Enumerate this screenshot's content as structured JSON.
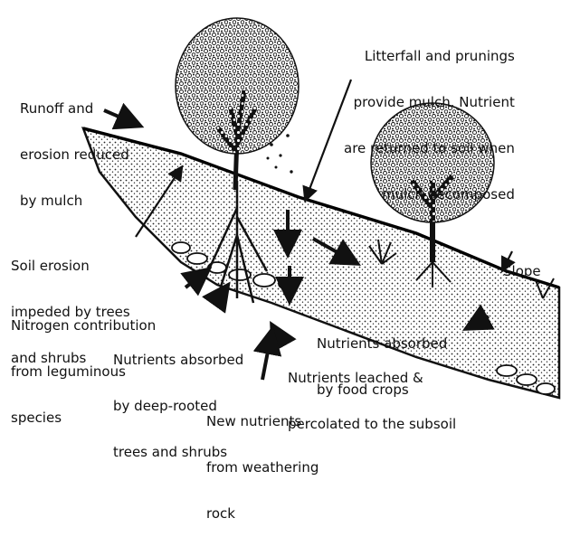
{
  "colors": {
    "ink": "#111111",
    "background": "#ffffff"
  },
  "labels": {
    "runoff": [
      "Runoff and",
      "erosion reduced",
      "by mulch"
    ],
    "litterfall": [
      "Litterfall and prunings",
      "provide mulch. Nutrient",
      "are returned to soil when",
      "mulch decomposed"
    ],
    "soil_erosion": [
      "Soil erosion",
      "impeded by trees",
      "and shrubs"
    ],
    "slope": [
      "Slope"
    ],
    "nitrogen": [
      "Nitrogen contribution",
      "from leguminous",
      "species"
    ],
    "deep_rooted": [
      "Nutrients absorbed",
      "by deep-rooted",
      "trees and shrubs"
    ],
    "food_crops": [
      "Nutrients absorbed",
      "by food crops"
    ],
    "leached": [
      "Nutrients leached &",
      "percolated to the subsoil"
    ],
    "weathering": [
      "New nutrients",
      "from weathering",
      "rock"
    ]
  },
  "icons": [
    "large-tree-icon",
    "small-tree-icon",
    "crop-plant-icon",
    "rock-icon",
    "arrow-icon"
  ]
}
